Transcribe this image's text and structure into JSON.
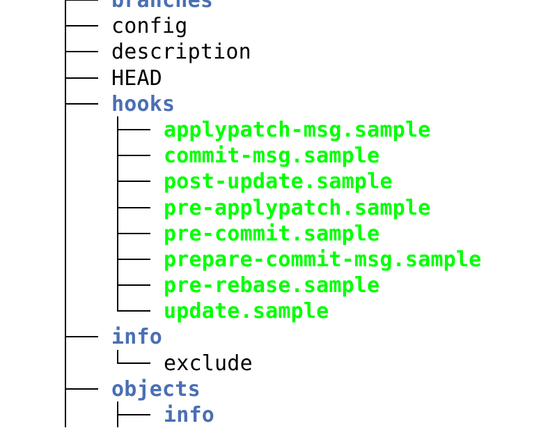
{
  "tree": {
    "entries": [
      {
        "name": "branches",
        "kind": "dir",
        "depth": 1
      },
      {
        "name": "config",
        "kind": "file",
        "depth": 1
      },
      {
        "name": "description",
        "kind": "file",
        "depth": 1
      },
      {
        "name": "HEAD",
        "kind": "file",
        "depth": 1
      },
      {
        "name": "hooks",
        "kind": "dir",
        "depth": 1
      },
      {
        "name": "applypatch-msg.sample",
        "kind": "exec",
        "depth": 2
      },
      {
        "name": "commit-msg.sample",
        "kind": "exec",
        "depth": 2
      },
      {
        "name": "post-update.sample",
        "kind": "exec",
        "depth": 2
      },
      {
        "name": "pre-applypatch.sample",
        "kind": "exec",
        "depth": 2
      },
      {
        "name": "pre-commit.sample",
        "kind": "exec",
        "depth": 2
      },
      {
        "name": "prepare-commit-msg.sample",
        "kind": "exec",
        "depth": 2
      },
      {
        "name": "pre-rebase.sample",
        "kind": "exec",
        "depth": 2
      },
      {
        "name": "update.sample",
        "kind": "exec",
        "depth": 2
      },
      {
        "name": "info",
        "kind": "dir",
        "depth": 1
      },
      {
        "name": "exclude",
        "kind": "file",
        "depth": 2
      },
      {
        "name": "objects",
        "kind": "dir",
        "depth": 1
      },
      {
        "name": "info",
        "kind": "dir",
        "depth": 2
      }
    ]
  },
  "colors": {
    "directory": "#4a6fb4",
    "file": "#000000",
    "executable": "#00ff00",
    "background": "#ffffff"
  }
}
